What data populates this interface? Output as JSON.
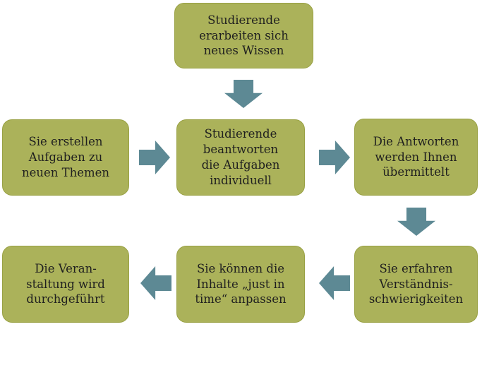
{
  "diagram": {
    "type": "cycle-flowchart",
    "language": "de",
    "colors": {
      "background": "#ffffff",
      "box_fill": "#abb25a",
      "box_border": "#99a144",
      "arrow": "#5d8994",
      "text": "#1f1f1f"
    },
    "boxes": [
      {
        "id": "top",
        "text": "Studierende\nerarbeiten sich\nneues Wissen"
      },
      {
        "id": "mid-left",
        "text": "Sie erstellen\nAufgaben zu\nneuen Themen"
      },
      {
        "id": "mid-center",
        "text": "Studierende\nbeantworten\ndie Aufgaben\nindividuell"
      },
      {
        "id": "mid-right",
        "text": "Die Antworten\nwerden Ihnen\nübermittelt"
      },
      {
        "id": "bottom-left",
        "text": "Die Veran-\nstaltung wird\ndurchgeführt"
      },
      {
        "id": "bottom-center",
        "text": "Sie können die\nInhalte „just in\ntime“ anpassen"
      },
      {
        "id": "bottom-right",
        "text": "Sie erfahren\nVerständnis-\nschwierigkeiten"
      }
    ],
    "arrows": [
      {
        "id": "top-to-mid-center",
        "direction": "down"
      },
      {
        "id": "mid-left-to-mid-center",
        "direction": "right"
      },
      {
        "id": "mid-center-to-mid-right",
        "direction": "right"
      },
      {
        "id": "mid-right-to-bottom-right",
        "direction": "down"
      },
      {
        "id": "bottom-right-to-bottom-center",
        "direction": "left"
      },
      {
        "id": "bottom-center-to-bottom-left",
        "direction": "left"
      }
    ]
  }
}
